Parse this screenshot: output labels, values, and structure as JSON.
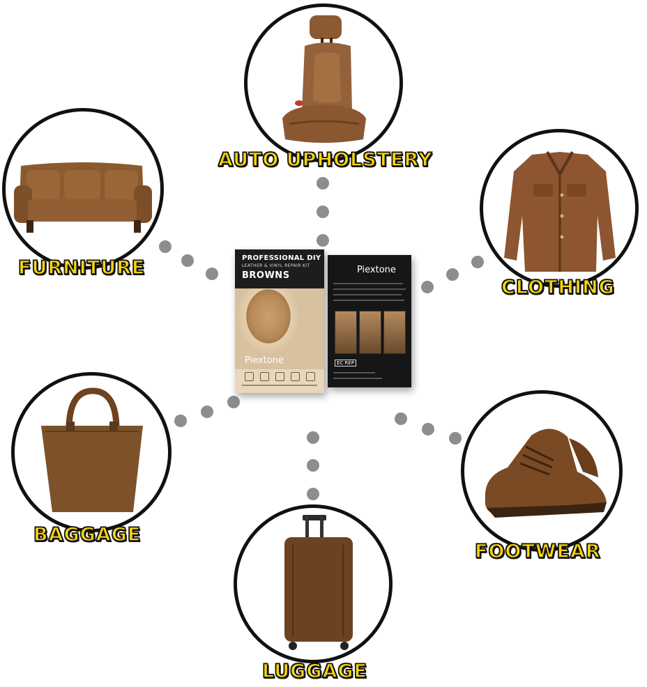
{
  "categories": {
    "auto_upholstery": "AUTO UPHOLSTERY",
    "furniture": "FURNITURE",
    "clothing": "CLOTHING",
    "baggage": "BAGGAGE",
    "footwear": "FOOTWEAR",
    "luggage": "LUGGAGE"
  },
  "product": {
    "box_title": "PROFESSIONAL DIY",
    "box_subtitle": "LEATHER & VINYL REPAIR KIT",
    "box_color": "BROWNS",
    "brand": "Piextone",
    "back_brand": "Piextone",
    "back_mark": "EC REP"
  },
  "colors": {
    "label_fill": "#f7d50f",
    "label_outline": "#111111",
    "dot": "#8d8d8d",
    "leather": "#8a5a33"
  },
  "icons": [
    "car-seat-icon",
    "sofa-icon",
    "leather-jacket-icon",
    "handbag-icon",
    "shoe-icon",
    "suitcase-icon"
  ]
}
